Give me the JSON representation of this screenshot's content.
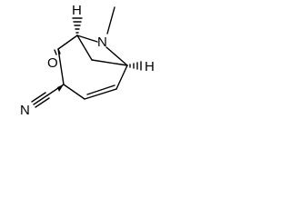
{
  "molecule": {
    "atoms": {
      "nitrogen": "N",
      "oxygen": "O",
      "nitrile_nitrogen": "N",
      "hydrogen_top": "H",
      "hydrogen_right": "H"
    },
    "colors": {
      "bond": "#000000",
      "label": "#000000",
      "background": "#ffffff"
    }
  }
}
